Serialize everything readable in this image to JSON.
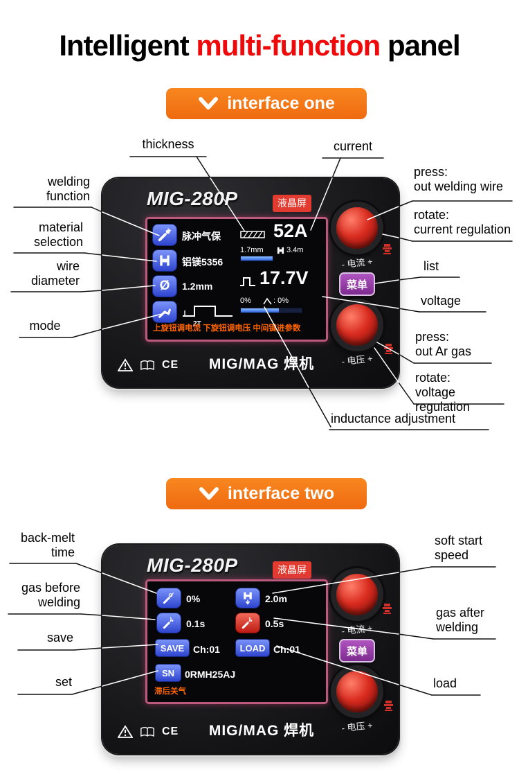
{
  "title": {
    "p1": "Intelligent ",
    "p2": "multi-function",
    "p3": " panel"
  },
  "banner_one": "interface one",
  "banner_two": "interface two",
  "machine": {
    "model": "MIG-280P",
    "lcd_badge": "液晶屏",
    "menu": "菜单",
    "knob_current": "- 电流 +",
    "knob_voltage": "- 电压 +",
    "brand": "MIG/MAG 焊机",
    "ce": "CE"
  },
  "screen1": {
    "row1": "脉冲气保",
    "row2": "铝镁5356",
    "row3": "1.2mm",
    "dia_icon": "Ø",
    "mode_2t": "2T",
    "current": "52A",
    "thickness": "1.7mm",
    "wire": "3.4m",
    "voltage": "17.7V",
    "pct_left": "0%",
    "pct_right": ": 0%",
    "hint": "上旋钮调电流 下旋钮调电压 中间键进参数"
  },
  "screen2": {
    "v1": "0%",
    "v2": "2.0m",
    "v3": "0.1s",
    "v4": "0.5s",
    "save": "SAVE",
    "save_ch": "Ch:01",
    "load": "LOAD",
    "load_ch": "Ch:01",
    "sn": "SN",
    "sn_val": "0RMH25AJ",
    "hint": "滞后关气"
  },
  "callouts1": {
    "thickness": "thickness",
    "current": "current",
    "welding_function_1": "welding",
    "welding_function_2": "function",
    "material_1": "material",
    "material_2": "selection",
    "wire_1": "wire",
    "wire_2": "diameter",
    "mode": "mode",
    "press_wire_1": "press:",
    "press_wire_2": "out welding wire",
    "rotate_cur_1": "rotate:",
    "rotate_cur_2": "current regulation",
    "list": "list",
    "voltage": "voltage",
    "press_gas_1": "press:",
    "press_gas_2": "out Ar gas",
    "rotate_volt_1": "rotate:",
    "rotate_volt_2": "voltage regulation",
    "inductance": "inductance adjustment"
  },
  "callouts2": {
    "back_melt_1": "back-melt",
    "back_melt_2": "time",
    "gas_before_1": "gas before",
    "gas_before_2": "welding",
    "save": "save",
    "set": "set",
    "soft_start_1": "soft start",
    "soft_start_2": "speed",
    "gas_after_1": "gas after",
    "gas_after_2": "welding",
    "load": "load"
  }
}
